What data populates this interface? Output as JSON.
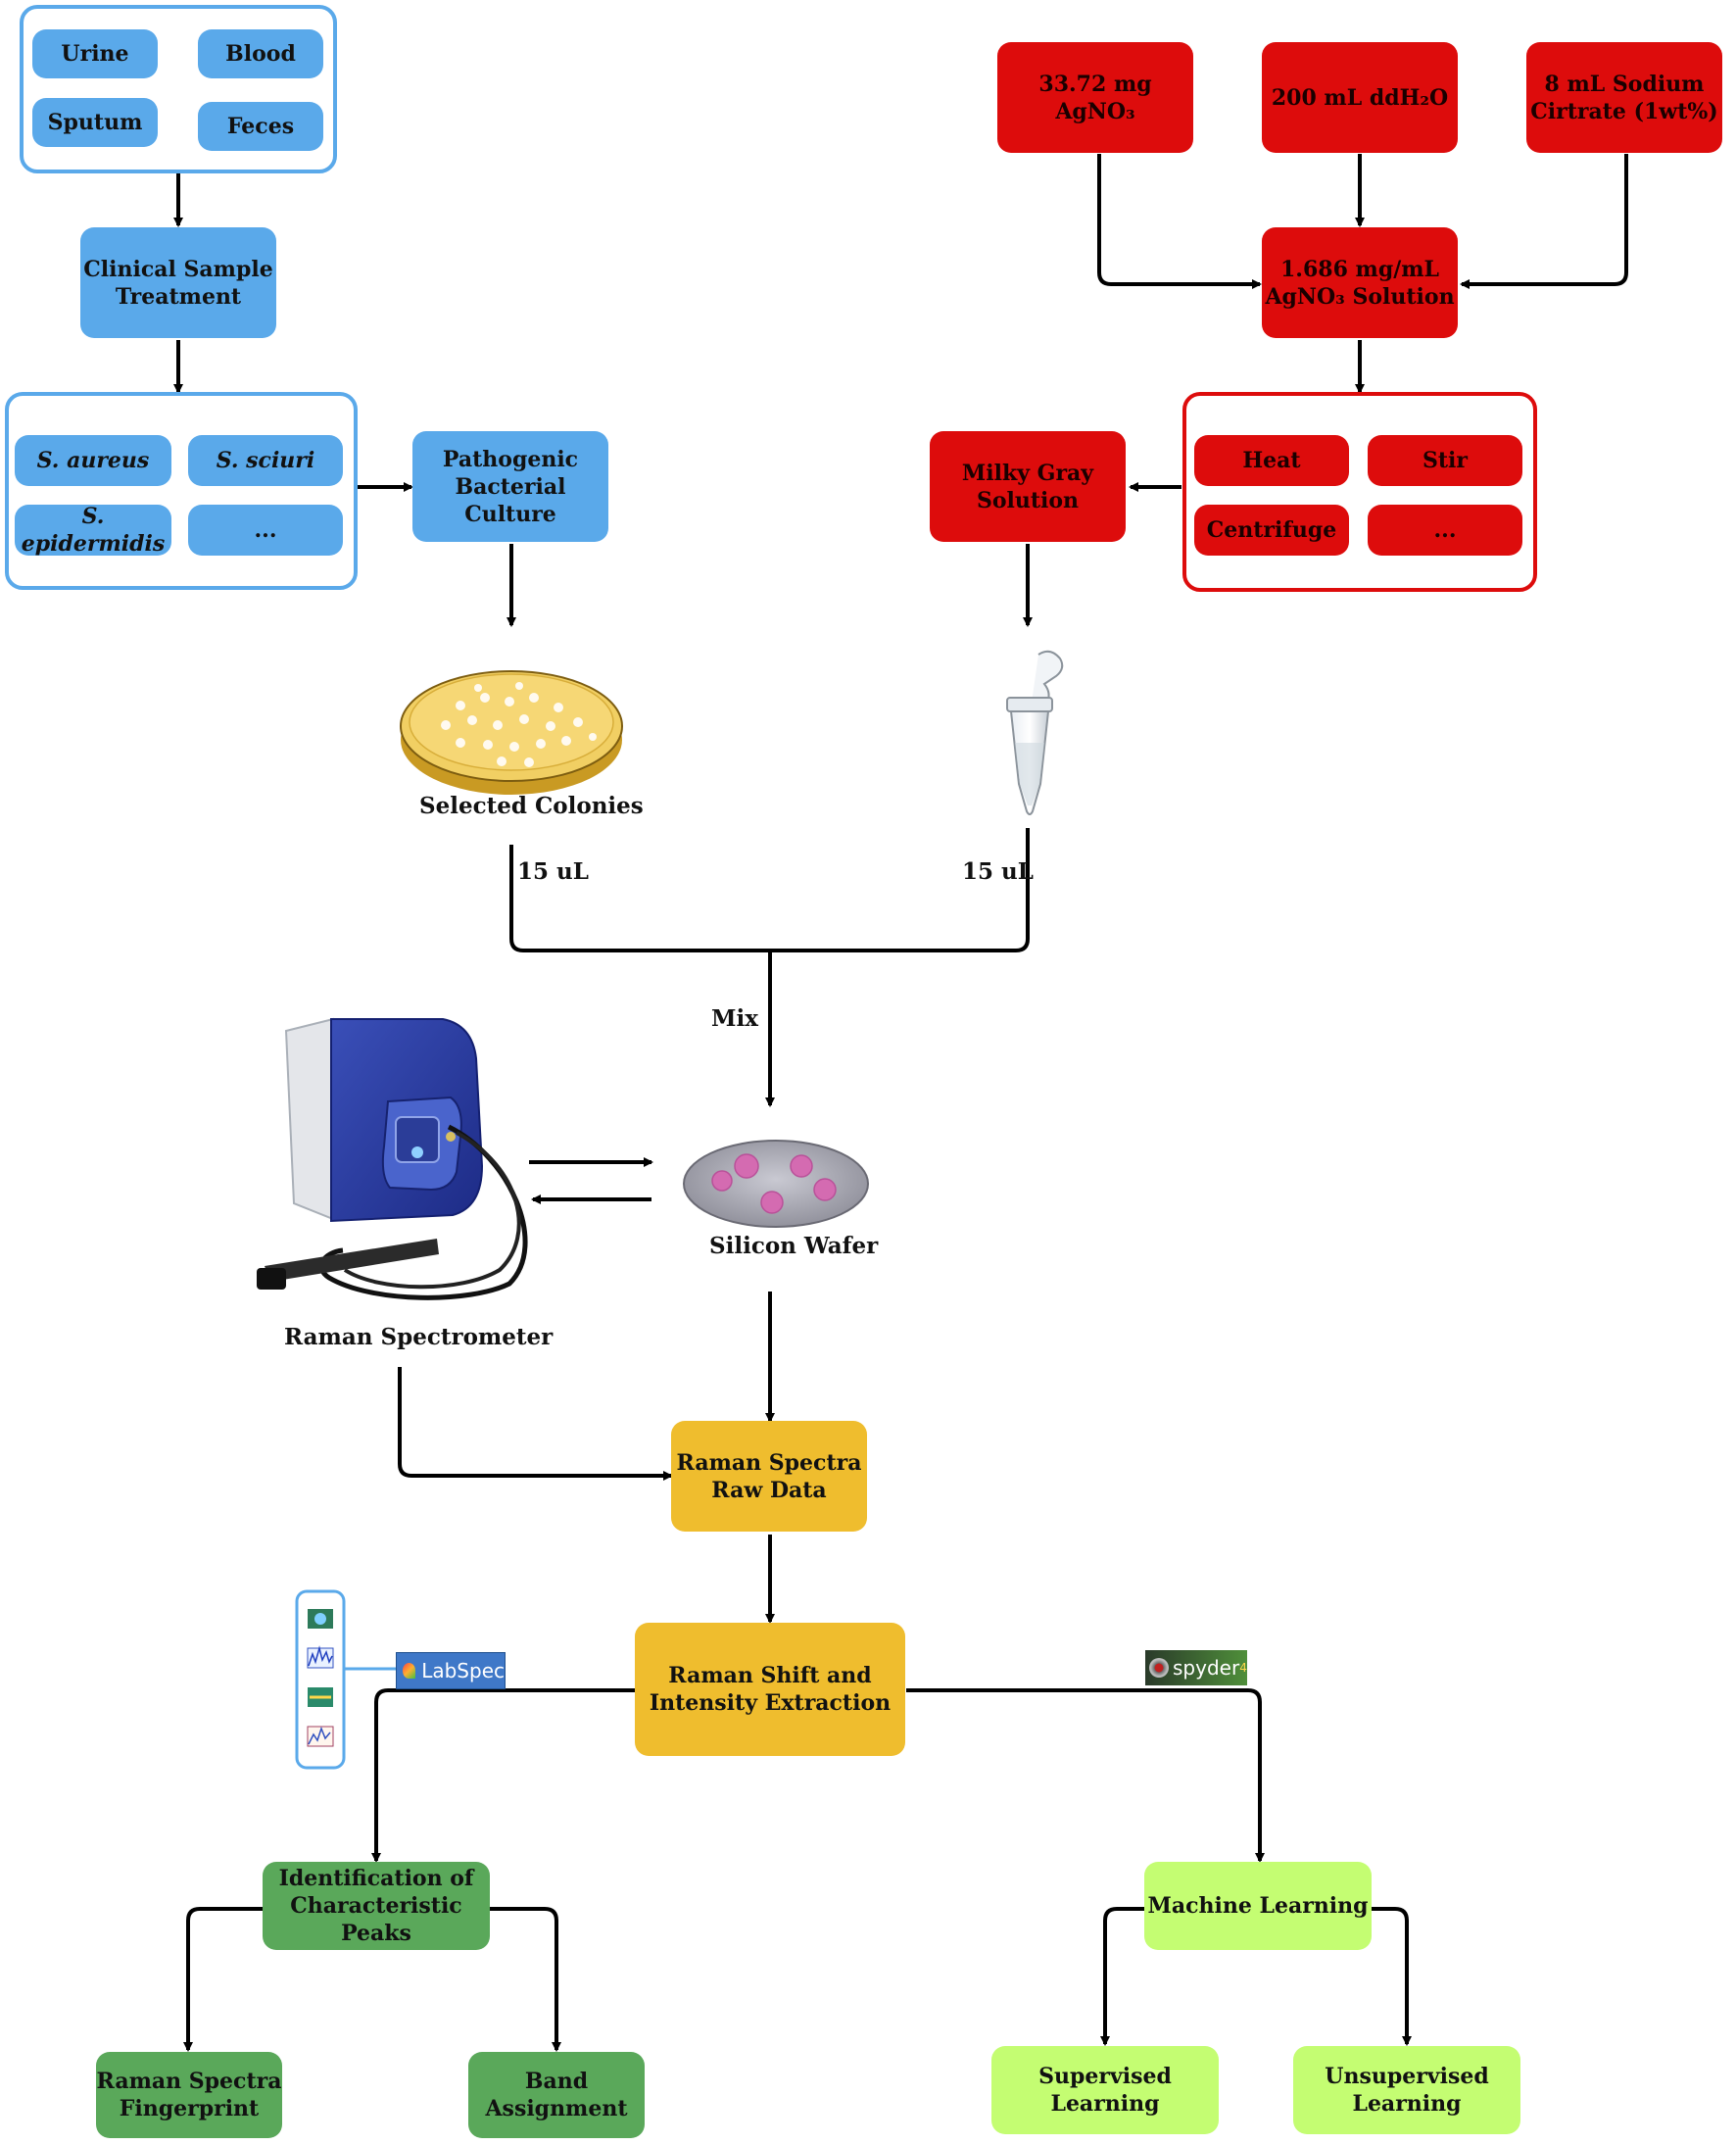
{
  "samples": {
    "urine": "Urine",
    "blood": "Blood",
    "sputum": "Sputum",
    "feces": "Feces"
  },
  "clinical_treatment": "Clinical Sample\nTreatment",
  "bacteria": {
    "s_aureus": "S. aureus",
    "s_sciuri": "S. sciuri",
    "s_epidermidis": "S. epidermidis",
    "more": "..."
  },
  "bacterial_culture": "Pathogenic\nBacterial Culture",
  "selected_colonies": "Selected Colonies",
  "reagents": {
    "agno3": "33.72 mg AgNO₃",
    "water": "200 mL ddH₂O",
    "citrate": "8 mL Sodium\nCirtrate (1wt%)"
  },
  "agno3_solution": "1.686 mg/mL\nAgNO₃ Solution",
  "steps": {
    "heat": "Heat",
    "stir": "Stir",
    "centrifuge": "Centrifuge",
    "more": "..."
  },
  "milky_solution": "Milky Gray\nSolution",
  "vol_left": "15 uL",
  "vol_right": "15 uL",
  "mix": "Mix",
  "silicon_wafer": "Silicon Wafer",
  "raman_spectrometer": "Raman Spectrometer",
  "raw_data": "Raman Spectra\nRaw Data",
  "extraction": "Raman Shift and\nIntensity Extraction",
  "labspec": "LabSpec",
  "spyder": "spyder",
  "spyder_version": "4",
  "identification": "Identification of\nCharacteristic Peaks",
  "machine_learning": "Machine Learning",
  "fingerprint": "Raman Spectra\nFingerprint",
  "band_assignment": "Band\nAssignment",
  "supervised": "Supervised\nLearning",
  "unsupervised": "Unsupervised\nLearning",
  "colors": {
    "blue": "#5aa9ea",
    "red": "#dd0c0c",
    "yellow": "#efbd2e",
    "green": "#5aa85a",
    "lime": "#c4fd72"
  },
  "icons": [
    "petri-dish",
    "eppendorf-tube",
    "silicon-wafer",
    "raman-spectrometer",
    "labspec-logo",
    "spyder-logo"
  ]
}
